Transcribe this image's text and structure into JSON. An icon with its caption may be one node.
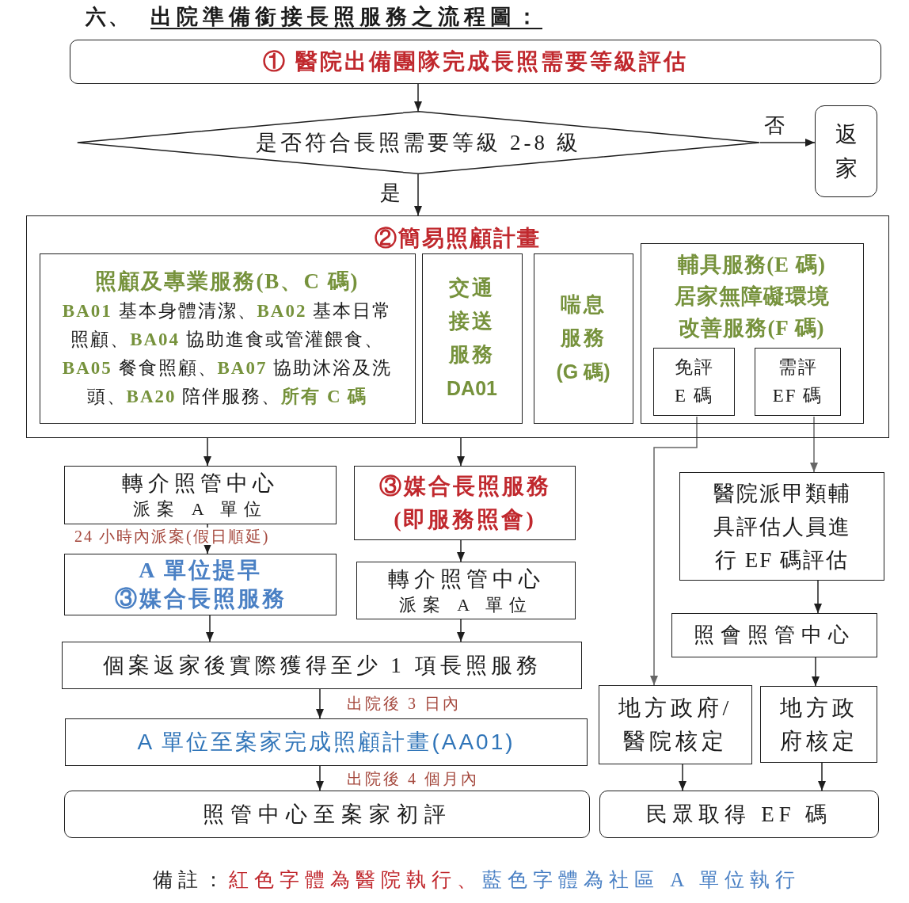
{
  "diagram": {
    "title": "出院準備銜接長照服務之流程圖：",
    "nodes": [
      {
        "text": [
          "① 醫院出備團隊完成長照需要等級評估"
        ]
      },
      {
        "text": [
          "是否符合長照需要等級 2-8 級"
        ]
      },
      {
        "text": [
          "返家"
        ]
      },
      {
        "text": [
          "②簡易照顧計畫"
        ]
      },
      {
        "text": [
          "照顧及專業服務(B、C 碼)",
          "**BA01** 基本身體清潔、**BA02** 基本日常照顧、**BA04** 協助進食或管灌餵食、**BA05** 餐食照顧、**BA07** 協助沐浴及洗頭、**BA20** 陪伴服務、**所有 C 碼**"
        ],
        "in": 3
      },
      {
        "text": [
          "交通接送服務",
          "DA01"
        ],
        "in": 3
      },
      {
        "text": [
          "喘息服務",
          "(G 碼)"
        ],
        "in": 3
      },
      {
        "text": [
          "輔具服務(E 碼)",
          "居家無障礙環境改善服務(F 碼)"
        ],
        "in": 3
      },
      {
        "text": [
          "免評 E 碼"
        ],
        "in": 7
      },
      {
        "text": [
          "需評 EF 碼"
        ],
        "in": 7
      },
      {
        "text": [
          "轉介照管中心",
          "派案 A 單位"
        ]
      },
      {
        "text": [
          "③媒合長照服務",
          "(即服務照會)"
        ]
      },
      {
        "text": [
          "醫院派甲類輔具評估人員進行 EF 碼評估"
        ]
      },
      {
        "text": [
          "A 單位提早",
          "③媒合長照服務"
        ]
      },
      {
        "text": [
          "轉介照管中心",
          "派案 A 單位"
        ]
      },
      {
        "text": [
          "照會照管中心"
        ]
      },
      {
        "text": [
          "個案返家後實際獲得至少 1 項長照服務"
        ]
      },
      {
        "text": [
          "地方政府/醫院核定"
        ]
      },
      {
        "text": [
          "地方政府核定"
        ]
      },
      {
        "text": [
          "A 單位至案家完成照顧計畫(AA01)"
        ]
      },
      {
        "text": [
          "照管中心至案家初評"
        ]
      },
      {
        "text": [
          "民眾取得 EF 碼"
        ]
      }
    ],
    "edges": [
      {
        "from": 0,
        "to": 1,
        "arrow": "to"
      },
      {
        "from": 1,
        "to": 2,
        "arrow": "to",
        "label": "否"
      },
      {
        "from": 1,
        "to": 3,
        "arrow": "to",
        "label": "是"
      },
      {
        "from": 3,
        "to": 10,
        "arrow": "to"
      },
      {
        "from": 3,
        "to": 11,
        "arrow": "to"
      },
      {
        "from": 8,
        "to": 17,
        "arrow": "to",
        "color": "#666666"
      },
      {
        "from": 9,
        "to": 12,
        "arrow": "to",
        "color": "#666666"
      },
      {
        "from": 10,
        "to": 13,
        "arrow": "to",
        "label": "24 小時內派案(假日順延)"
      },
      {
        "from": 11,
        "to": 14,
        "arrow": "to"
      },
      {
        "from": 12,
        "to": 15,
        "arrow": "to"
      },
      {
        "from": 13,
        "to": 16,
        "arrow": "to"
      },
      {
        "from": 14,
        "to": 16,
        "arrow": "to"
      },
      {
        "from": 15,
        "to": 18,
        "arrow": "to"
      },
      {
        "from": 16,
        "to": 19,
        "arrow": "to",
        "label": "出院後 3 日內"
      },
      {
        "from": 19,
        "to": 20,
        "arrow": "to",
        "label": "出院後 4 個月內"
      },
      {
        "from": 17,
        "to": 21,
        "arrow": "to"
      },
      {
        "from": 18,
        "to": 21,
        "arrow": "to"
      }
    ],
    "labels": [
      "六、",
      "備註：",
      "紅色字體為醫院執行、",
      "藍色字體為社區 A 單位執行"
    ]
  }
}
